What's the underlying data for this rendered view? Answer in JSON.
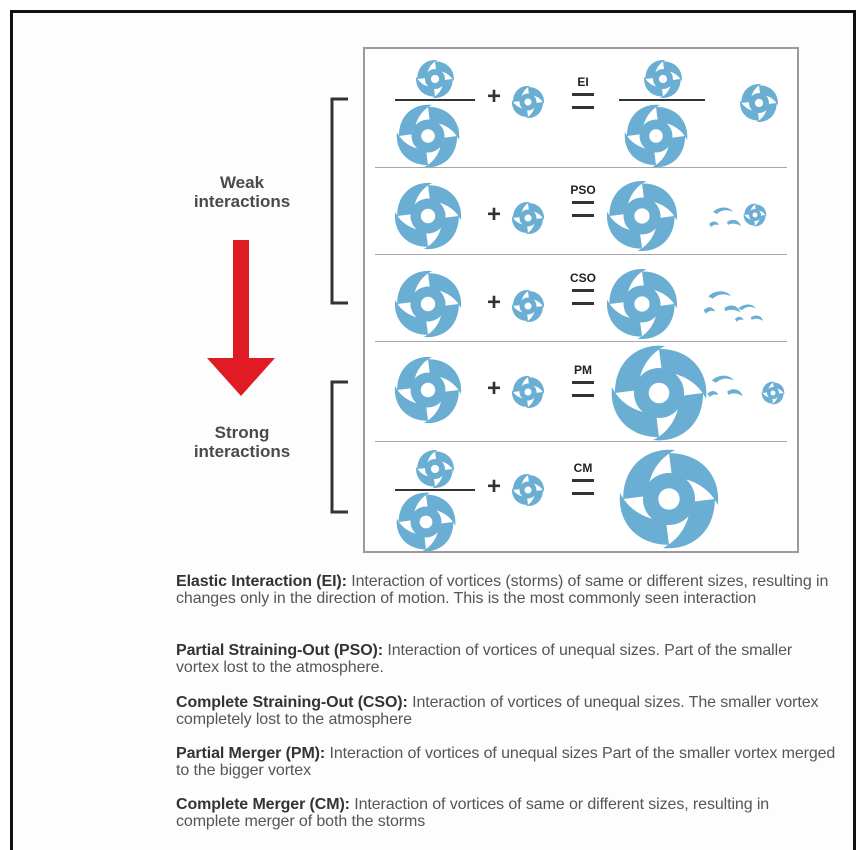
{
  "labels": {
    "weak": "Weak\ninteractions",
    "strong": "Strong\ninteractions"
  },
  "rows": [
    {
      "tag": "EI"
    },
    {
      "tag": "PSO"
    },
    {
      "tag": "CSO"
    },
    {
      "tag": "PM"
    },
    {
      "tag": "CM"
    }
  ],
  "definitions": [
    {
      "term": "Elastic Interaction (EI):",
      "text": " Interaction of vortices (storms) of same or different sizes, resulting in changes only in the direction of motion. This is the most commonly seen interaction"
    },
    {
      "term": "Partial Straining-Out (PSO):",
      "text": " Interaction of vortices of unequal sizes. Part of the smaller vortex lost to the atmosphere."
    },
    {
      "term": "Complete Straining-Out (CSO):",
      "text": " Interaction of vortices of unequal sizes. The smaller vortex completely lost to the atmosphere"
    },
    {
      "term": "Partial Merger (PM):",
      "text": " Interaction of vortices of unequal sizes Part of the smaller vortex merged to the bigger vortex"
    },
    {
      "term": "Complete Merger (CM):",
      "text": " Interaction of vortices of same or different sizes, resulting in complete merger of both the storms"
    }
  ],
  "colors": {
    "storm": "#6aaed3",
    "arrow": "#e01b24",
    "text": "#555555"
  },
  "icons": {
    "storm": "cyclone-icon",
    "arrow": "arrow-down-icon"
  }
}
